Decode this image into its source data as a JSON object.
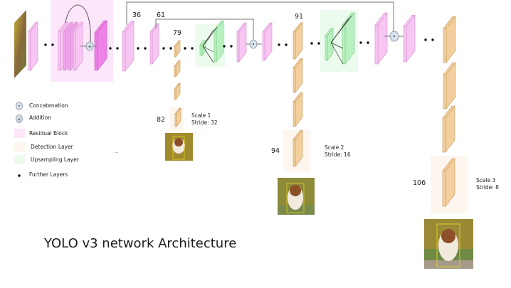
{
  "title": "YOLO v3 network Architecture",
  "legend": {
    "concatenation": "Concatenation",
    "addition": "Addition",
    "residual_block": "Residual Block",
    "detection_layer": "Detection Layer",
    "upsampling_layer": "Upsampling Layer",
    "further_layers": "Further Layers"
  },
  "layer_numbers": {
    "l36": "36",
    "l61": "61",
    "l79": "79",
    "l82": "82",
    "l91": "91",
    "l94": "94",
    "l106": "106"
  },
  "scales": [
    {
      "scale": "Scale 1",
      "stride": "Stride: 32"
    },
    {
      "scale": "Scale 2",
      "stride": "Stride: 16"
    },
    {
      "scale": "Scale 3",
      "stride": "Stride: 8"
    }
  ],
  "ellipsis": "...",
  "colors": {
    "residual": "#f7c6f2",
    "residual_dark": "#ee82e6",
    "residual_bg": "#fbe6fa",
    "detection": "#f2cf9d",
    "detection_bg": "#fdf6ee",
    "upsampling": "#b8f0bf",
    "upsampling_bg": "#ecfbed",
    "op_circle": "#d6e4ee"
  }
}
